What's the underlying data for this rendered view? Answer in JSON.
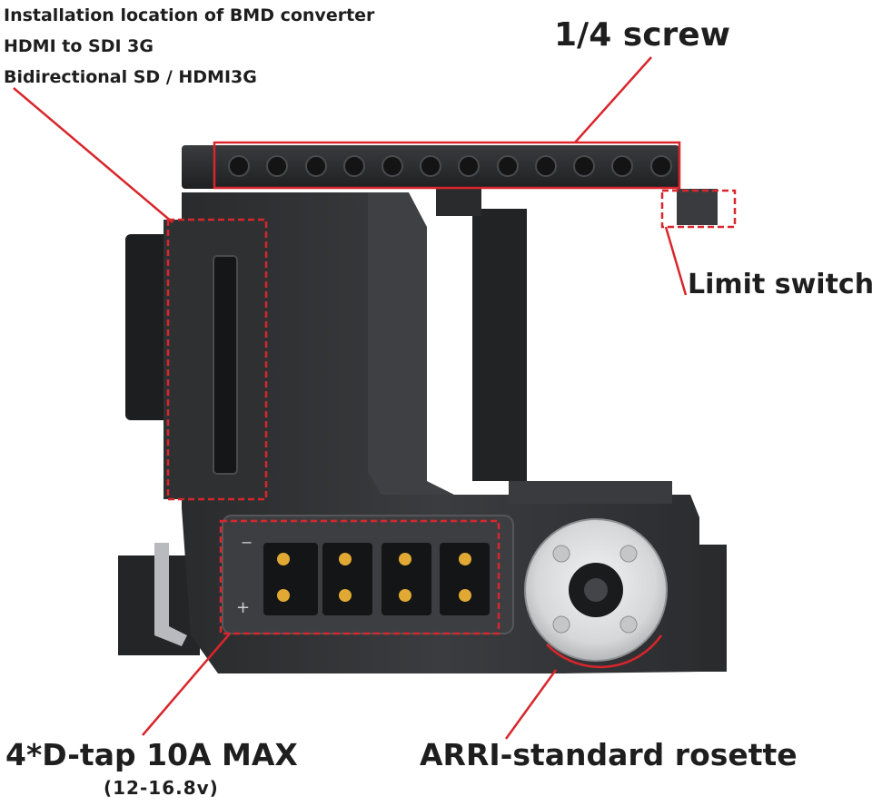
{
  "labels": {
    "bmd_line1": "Installation location of BMD converter",
    "bmd_line2": "HDMI to SDI 3G",
    "bmd_line3": "Bidirectional SD / HDMI3G",
    "screw": "1/4 screw",
    "limit_switch": "Limit switch",
    "dtap": "4*D-tap 10A MAX",
    "dtap_voltage": "(12-16.8v)",
    "rosette": "ARRI-standard rosette"
  },
  "port_panel": {
    "minus_symbol": "−",
    "plus_symbol": "+",
    "rating": "10A MAX",
    "dtap_count": 4
  },
  "colors": {
    "annotation_red": "#d8262c",
    "cage_dark": "#2b2c2e",
    "cage_mid": "#3a3b3d",
    "rosette_silver": "#d9dadb"
  }
}
